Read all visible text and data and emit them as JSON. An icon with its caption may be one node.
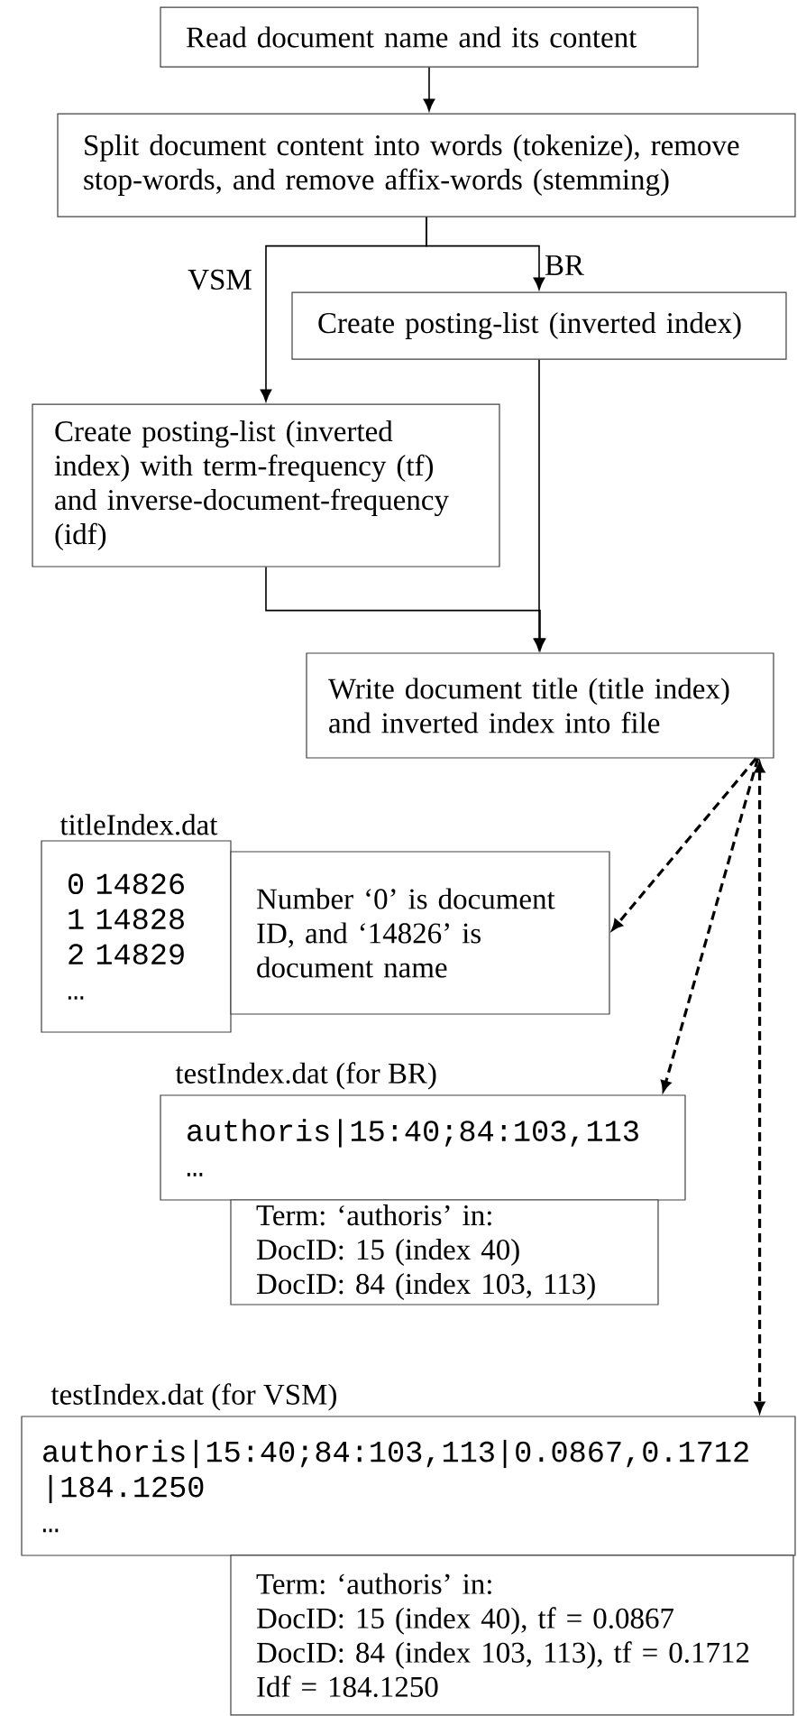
{
  "diagram": {
    "nodes": [
      {
        "text": [
          "Read document name and its content"
        ]
      },
      {
        "text": [
          "Split document content into words (tokenize), remove stop-words, and remove affix-words (stemming)"
        ]
      },
      {
        "text": [
          "Create posting-list (inverted index)"
        ]
      },
      {
        "text": [
          "Create posting-list (inverted index) with term-frequency (tf) and inverse-document-frequency (idf)"
        ]
      },
      {
        "text": [
          "Write document title (title index) and inverted index into file"
        ]
      },
      {
        "text": [
          "titleIndex.dat",
          "0 14826",
          "1 14828",
          "2 14829",
          "…"
        ]
      },
      {
        "text": [
          "Number ‘0’ is document ID, and ‘14826’ is document name"
        ]
      },
      {
        "text": [
          "testIndex.dat (for BR)",
          "authoris|15:40;84:103,113",
          "…"
        ]
      },
      {
        "text": [
          "Term: ‘authoris’ in:",
          "DocID: 15 (index 40)",
          "DocID: 84 (index 103, 113)"
        ]
      },
      {
        "text": [
          "testIndex.dat (for VSM)",
          "authoris|15:40;84:103,113|0.0867,0.1712 |184.1250",
          "…"
        ]
      },
      {
        "text": [
          "Term: ‘authoris’ in:",
          "DocID: 15 (index 40), tf = 0.0867",
          "DocID: 84 (index 103, 113), tf = 0.1712",
          "Idf = 184.1250"
        ]
      }
    ],
    "edges": [
      {
        "from": 0,
        "to": 1,
        "arrow": "to"
      },
      {
        "from": 1,
        "to": 2,
        "arrow": "to",
        "label": "BR"
      },
      {
        "from": 1,
        "to": 3,
        "arrow": "to",
        "label": "VSM"
      },
      {
        "from": 3,
        "to": 4,
        "arrow": "to"
      },
      {
        "from": 2,
        "to": 4,
        "arrow": "to"
      },
      {
        "from": 4,
        "to": 6,
        "arrow": "to",
        "style": "dashed"
      },
      {
        "from": 4,
        "to": 7,
        "arrow": "to",
        "style": "dashed"
      },
      {
        "from": 4,
        "to": 9,
        "arrow": "both",
        "style": "dashed"
      }
    ]
  }
}
